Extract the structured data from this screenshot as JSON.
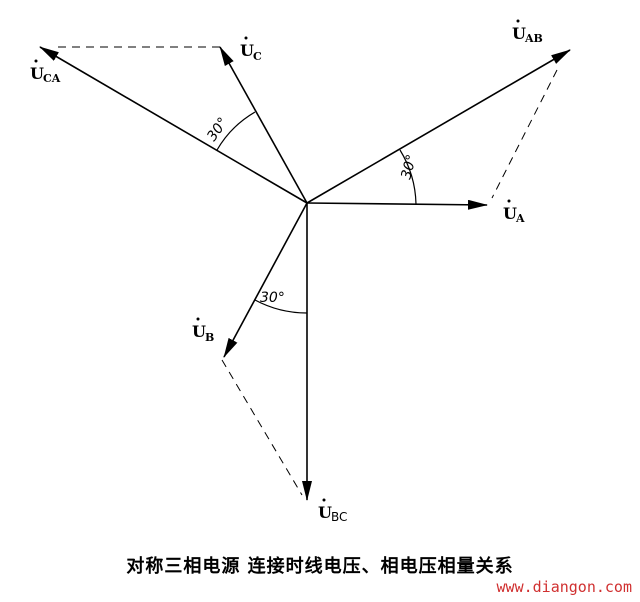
{
  "labels": {
    "ua": {
      "main": "U",
      "sub": "A"
    },
    "ub": {
      "main": "U",
      "sub": "B"
    },
    "uc": {
      "main": "U",
      "sub": "C"
    },
    "uab": {
      "main": "U",
      "sub": "AB"
    },
    "ubc": {
      "main": "U",
      "sub": "BC"
    },
    "uca": {
      "main": "U",
      "sub": "CA"
    }
  },
  "angles": {
    "a1": "30°",
    "a2": "30°",
    "a3": "30°"
  },
  "caption": "对称三相电源    连接时线电压、相电压相量关系",
  "watermark": "www.diangon.com"
}
